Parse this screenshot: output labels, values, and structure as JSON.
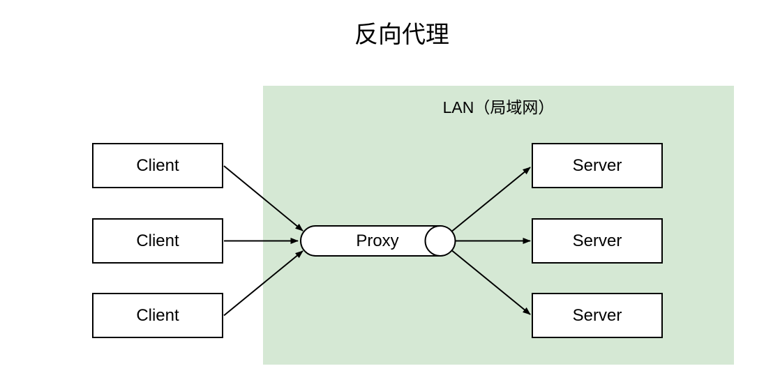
{
  "diagram": {
    "title": "反向代理",
    "lan": {
      "label": "LAN（局域网）"
    },
    "proxy": {
      "label": "Proxy"
    },
    "clients": [
      {
        "label": "Client"
      },
      {
        "label": "Client"
      },
      {
        "label": "Client"
      }
    ],
    "servers": [
      {
        "label": "Server"
      },
      {
        "label": "Server"
      },
      {
        "label": "Server"
      }
    ],
    "edges": [
      {
        "from": "client-1",
        "to": "proxy"
      },
      {
        "from": "client-2",
        "to": "proxy"
      },
      {
        "from": "client-3",
        "to": "proxy"
      },
      {
        "from": "proxy",
        "to": "server-1"
      },
      {
        "from": "proxy",
        "to": "server-2"
      },
      {
        "from": "proxy",
        "to": "server-3"
      }
    ],
    "colors": {
      "background": "#ffffff",
      "lan_bg": "#d5e8d4",
      "node_fill": "#ffffff",
      "stroke": "#000000",
      "text": "#000000"
    }
  }
}
